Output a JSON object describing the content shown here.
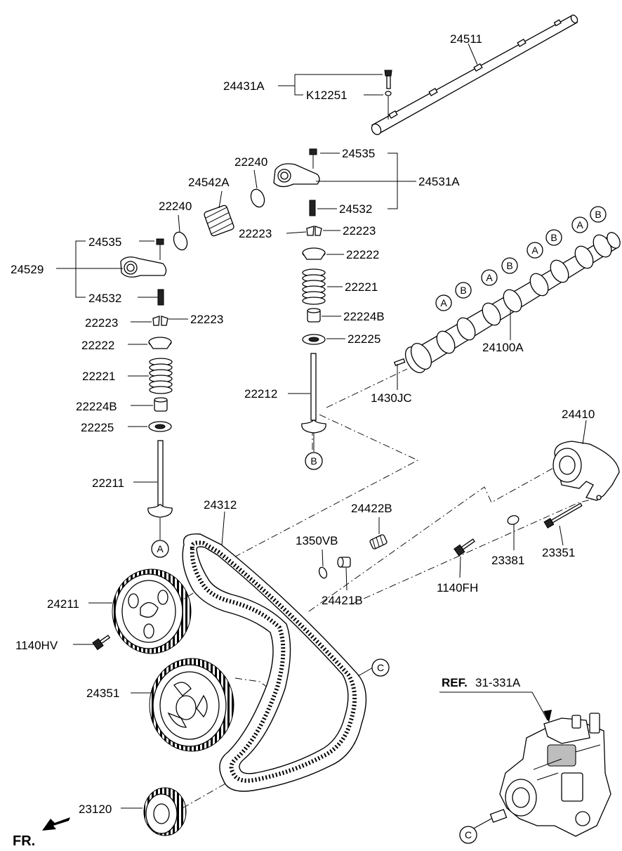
{
  "parts": {
    "p24511": "24511",
    "p24431A": "24431A",
    "pK12251": "K12251",
    "p24535_r": "24535",
    "p24531A": "24531A",
    "p24532_r": "24532",
    "p22240_a": "22240",
    "p24542A": "24542A",
    "p22240_b": "22240",
    "p22223_ml": "22223",
    "p22223_mr": "22223",
    "p22222_m": "22222",
    "p22221_m": "22221",
    "p22224B_m": "22224B",
    "p22225_m": "22225",
    "p22212": "22212",
    "p24535_l": "24535",
    "p24529": "24529",
    "p24532_l": "24532",
    "p22223_ll": "22223",
    "p22223_lr": "22223",
    "p22222_l": "22222",
    "p22221_l": "22221",
    "p22224B_l": "22224B",
    "p22225_l": "22225",
    "p22211": "22211",
    "p24100A": "24100A",
    "p1430JC": "1430JC",
    "p24410": "24410",
    "p24312": "24312",
    "p24422B": "24422B",
    "p1350VB": "1350VB",
    "p24421B": "24421B",
    "p23381": "23381",
    "p23351": "23351",
    "p1140FH": "1140FH",
    "p24211": "24211",
    "p1140HV": "1140HV",
    "p24351": "24351",
    "p23120": "23120"
  },
  "reference": {
    "ref_bold": "REF.",
    "ref_num": "31-331A"
  },
  "markers": {
    "a": "A",
    "b": "B",
    "c": "C"
  },
  "direction": {
    "front": "FR."
  }
}
